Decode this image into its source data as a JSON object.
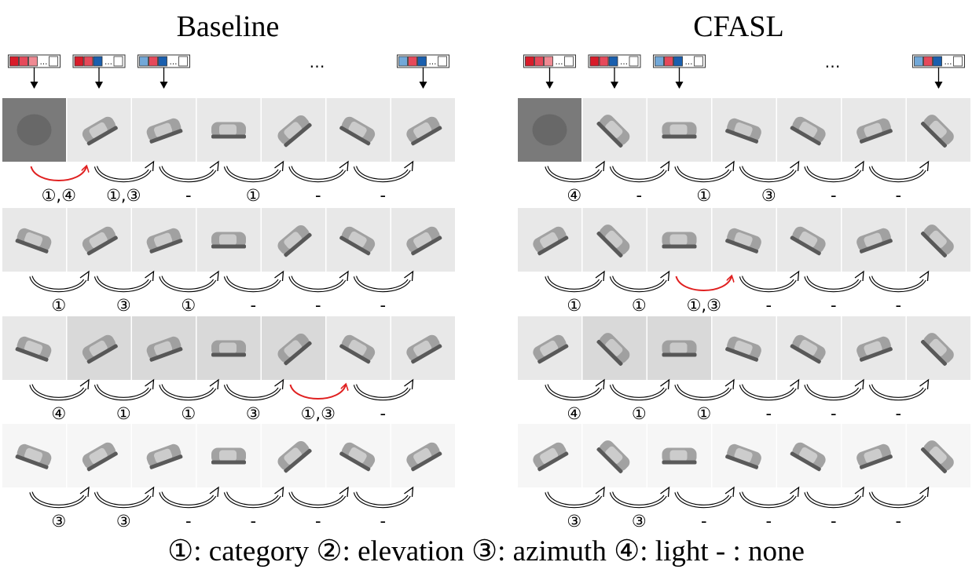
{
  "titles": {
    "left": "Baseline",
    "right": "CFASL"
  },
  "legend": "①: category ②: elevation ③: azimuth ④: light -  : none",
  "ellipsis": "…",
  "colors": {
    "red_highlight": "#e02020",
    "black_arrow": "#000000",
    "image_bg": "#e9e9e9",
    "image_bg_dark": "#7a7a7a",
    "code_red_dark": "#d81c2a",
    "code_red_mid": "#e6495a",
    "code_red_light": "#ef8a93",
    "code_blue_dark": "#1a5fae",
    "code_blue_light": "#72a8d8",
    "code_empty": "#ffffff"
  },
  "panels": [
    {
      "name": "baseline",
      "codes": [
        [
          "red_dark",
          "red_mid",
          "red_light",
          "dots",
          "empty"
        ],
        [
          "red_dark",
          "red_mid",
          "blue_dark",
          "dots",
          "empty"
        ],
        [
          "blue_light",
          "red_mid",
          "blue_dark",
          "dots",
          "empty"
        ],
        null,
        null,
        null,
        [
          "blue_light",
          "red_mid",
          "blue_dark",
          "dots",
          "empty"
        ]
      ],
      "rows": [
        {
          "labels": [
            "①,④",
            "①,③",
            "-",
            "①",
            "-",
            "-"
          ],
          "red": [
            0
          ],
          "bg": [
            "dark",
            "light",
            "light",
            "light",
            "light",
            "light",
            "light"
          ]
        },
        {
          "labels": [
            "①",
            "③",
            "①",
            "-",
            "-",
            "-"
          ],
          "red": [],
          "bg": [
            "light",
            "light",
            "light",
            "light",
            "light",
            "light",
            "light"
          ]
        },
        {
          "labels": [
            "④",
            "①",
            "①",
            "③",
            "①,③",
            "-"
          ],
          "red": [
            4
          ],
          "bg": [
            "light",
            "mid",
            "mid",
            "mid",
            "mid",
            "light",
            "light"
          ]
        },
        {
          "labels": [
            "③",
            "③",
            "-",
            "-",
            "-",
            "-"
          ],
          "red": [],
          "bg": [
            "white",
            "white",
            "white",
            "white",
            "white",
            "white",
            "white"
          ]
        }
      ]
    },
    {
      "name": "cfasl",
      "codes": [
        [
          "red_dark",
          "red_mid",
          "red_light",
          "dots",
          "empty"
        ],
        [
          "red_dark",
          "red_mid",
          "blue_dark",
          "dots",
          "empty"
        ],
        [
          "blue_light",
          "red_mid",
          "blue_dark",
          "dots",
          "empty"
        ],
        null,
        null,
        null,
        [
          "blue_light",
          "red_mid",
          "blue_dark",
          "dots",
          "empty"
        ]
      ],
      "rows": [
        {
          "labels": [
            "④",
            "-",
            "①",
            "③",
            "-",
            "-"
          ],
          "red": [],
          "bg": [
            "dark",
            "light",
            "light",
            "light",
            "light",
            "light",
            "light"
          ]
        },
        {
          "labels": [
            "①",
            "①",
            "①,③",
            "-",
            "-",
            "-"
          ],
          "red": [
            2
          ],
          "bg": [
            "light",
            "light",
            "light",
            "light",
            "light",
            "light",
            "light"
          ]
        },
        {
          "labels": [
            "④",
            "①",
            "①",
            "-",
            "-",
            "-"
          ],
          "red": [],
          "bg": [
            "light",
            "mid",
            "mid",
            "light",
            "light",
            "light",
            "light"
          ]
        },
        {
          "labels": [
            "③",
            "③",
            "-",
            "-",
            "-",
            "-"
          ],
          "red": [],
          "bg": [
            "white",
            "white",
            "white",
            "white",
            "white",
            "white",
            "white"
          ]
        }
      ]
    }
  ]
}
